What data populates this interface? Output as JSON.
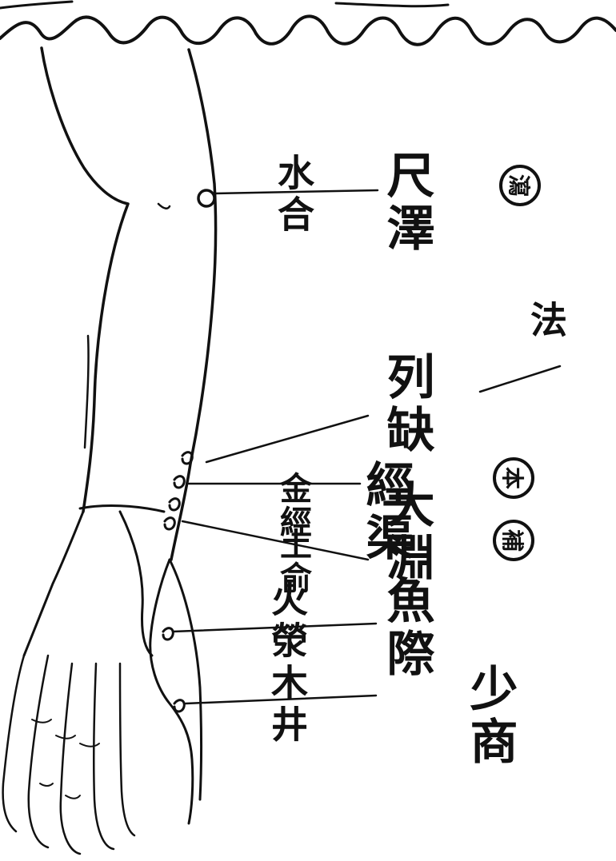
{
  "labels": {
    "shaoshang": "少商",
    "yuji": "魚際",
    "taiyuan": "大淵",
    "jingqu": "經渠",
    "lieque": "列缺",
    "chize": "尺澤"
  },
  "elements": {
    "mu_shaoshang": "木井",
    "huo_yuji": "火滎",
    "tu_taiyuan": "土俞",
    "jin_jingqu": "金經",
    "shui_chize": "水合"
  },
  "marks": {
    "fa": "法"
  },
  "seals": {
    "taiyuan": "補",
    "jingqu": "本",
    "chize": "瀉"
  }
}
